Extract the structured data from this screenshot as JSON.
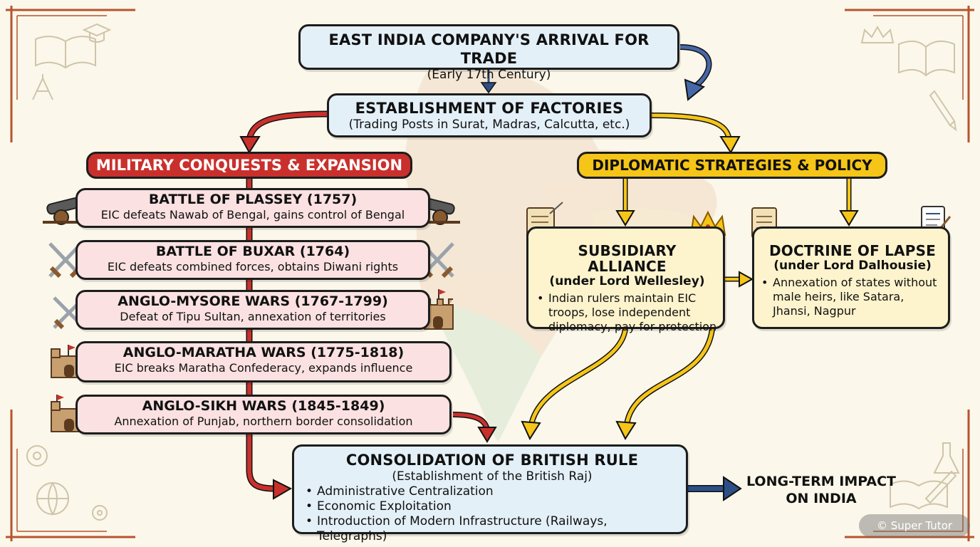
{
  "top": {
    "title": "EAST INDIA COMPANY'S ARRIVAL FOR TRADE",
    "sub": "(Early 17th Century)"
  },
  "factories": {
    "title": "ESTABLISHMENT OF FACTORIES",
    "sub": "(Trading Posts in Surat, Madras, Calcutta, etc.)"
  },
  "military": {
    "heading": "MILITARY CONQUESTS & EXPANSION",
    "battles": [
      {
        "title": "BATTLE OF PLASSEY (1757)",
        "desc": "EIC defeats Nawab of Bengal, gains control of Bengal"
      },
      {
        "title": "BATTLE OF BUXAR (1764)",
        "desc": "EIC defeats combined forces, obtains Diwani rights"
      },
      {
        "title": "ANGLO-MYSORE WARS (1767-1799)",
        "desc": "Defeat of Tipu Sultan, annexation of territories"
      },
      {
        "title": "ANGLO-MARATHA WARS (1775-1818)",
        "desc": "EIC breaks Maratha Confederacy, expands influence"
      },
      {
        "title": "ANGLO-SIKH WARS (1845-1849)",
        "desc": "Annexation of Punjab, northern border consolidation"
      }
    ]
  },
  "diplomatic": {
    "heading": "DIPLOMATIC STRATEGIES & POLICY",
    "subsidiary": {
      "title": "SUBSIDIARY ALLIANCE",
      "sub": "(under Lord Wellesley)",
      "bullet": "Indian rulers maintain EIC troops, lose independent diplomacy, pay for protection"
    },
    "lapse": {
      "title": "DOCTRINE OF LAPSE",
      "sub": "(under Lord Dalhousie)",
      "bullet": "Annexation of states without male heirs, like Satara, Jhansi, Nagpur"
    }
  },
  "consolidation": {
    "title": "CONSOLIDATION OF BRITISH RULE",
    "sub": "(Establishment of the British Raj)",
    "bullets": [
      "Administrative Centralization",
      "Economic Exploitation",
      "Introduction of Modern Infrastructure (Railways, Telegraphs)"
    ]
  },
  "impact": {
    "line1": "LONG-TERM IMPACT",
    "line2": "ON INDIA"
  },
  "footer": {
    "credit": "© Super Tutor"
  },
  "colors": {
    "red": "#c9302c",
    "yellow": "#f5c518",
    "blue_arrow": "#2e4f86",
    "blue_box": "#e4f0f8",
    "pink_box": "#fbe1e1",
    "cream_box": "#fdf3cc"
  },
  "icons": [
    "cannon-icon",
    "crossed-swords-icon",
    "castle-icon",
    "scroll-icon",
    "crown-icon",
    "document-icon",
    "book-icon",
    "compass-icon",
    "globe-icon",
    "pencil-icon",
    "flask-icon",
    "gear-icon",
    "graduation-cap-icon"
  ]
}
